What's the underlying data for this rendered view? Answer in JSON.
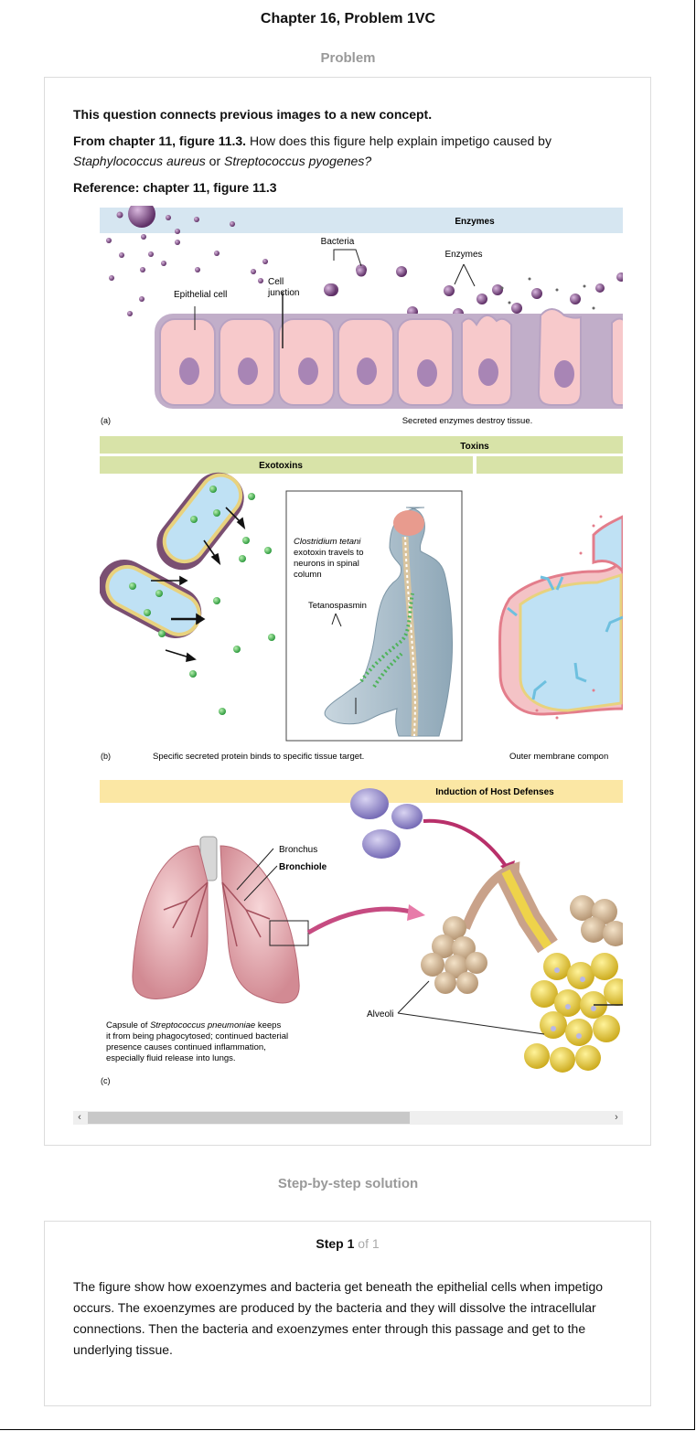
{
  "page_title": "Chapter 16, Problem 1VC",
  "problem_header": "Problem",
  "question": {
    "intro": "This question connects previous images to a new concept.",
    "ref_bold": "From chapter 11, figure 11.3.",
    "ask": " How does this figure help explain impetigo caused by",
    "org1": "Staphylococcus aureus",
    "or": " or ",
    "org2": "Streptococcus pyogenes?",
    "reference": "Reference: chapter 11, figure 11.3"
  },
  "figure": {
    "panel_a": {
      "banner": "Enzymes",
      "bacteria": "Bacteria",
      "enzymes": "Enzymes",
      "cell_junction_1": "Cell",
      "cell_junction_2": "junction",
      "epithelial": "Epithelial cell",
      "label": "(a)",
      "caption": "Secreted enzymes destroy tissue."
    },
    "panel_b": {
      "banner": "Toxins",
      "sub_banner": "Exotoxins",
      "box_line1": "Clostridium tetani",
      "box_line2": "exotoxin travels to",
      "box_line3": "neurons in spinal",
      "box_line4": "column",
      "toxin": "Tetanospasmin",
      "label": "(b)",
      "caption": "Specific secreted protein binds to specific tissue target.",
      "caption_right": "Outer membrane compon"
    },
    "panel_c": {
      "banner": "Induction of Host Defenses",
      "bronchus": "Bronchus",
      "bronchiole": "Bronchiole",
      "alveoli": "Alveoli",
      "caption1a": "Capsule of ",
      "caption1b": "Streptococcus pneumoniae",
      "caption1c": " keeps",
      "caption2": "it from being phagocytosed; continued bacterial",
      "caption3": "presence causes continued inflammation,",
      "caption4": "especially fluid release into lungs.",
      "label": "(c)"
    }
  },
  "scroll": {
    "left": "‹",
    "right": "›"
  },
  "solution_header": "Step-by-step solution",
  "step": {
    "label": "Step",
    "num": "1",
    "of": "of 1"
  },
  "answer": "The figure show how exoenzymes and bacteria get beneath the epithelial cells when impetigo occurs. The exoenzymes are produced by the bacteria and they will dissolve the intracellular connections. Then the bacteria and exoenzymes enter through this passage and get to the underlying tissue.",
  "colors": {
    "enzymes_banner": "#d6e6f1",
    "toxins_banner": "#d8e3a8",
    "host_banner": "#fbe7a4",
    "cell_fill": "#f7c9cb",
    "nucleus": "#a885b5"
  }
}
